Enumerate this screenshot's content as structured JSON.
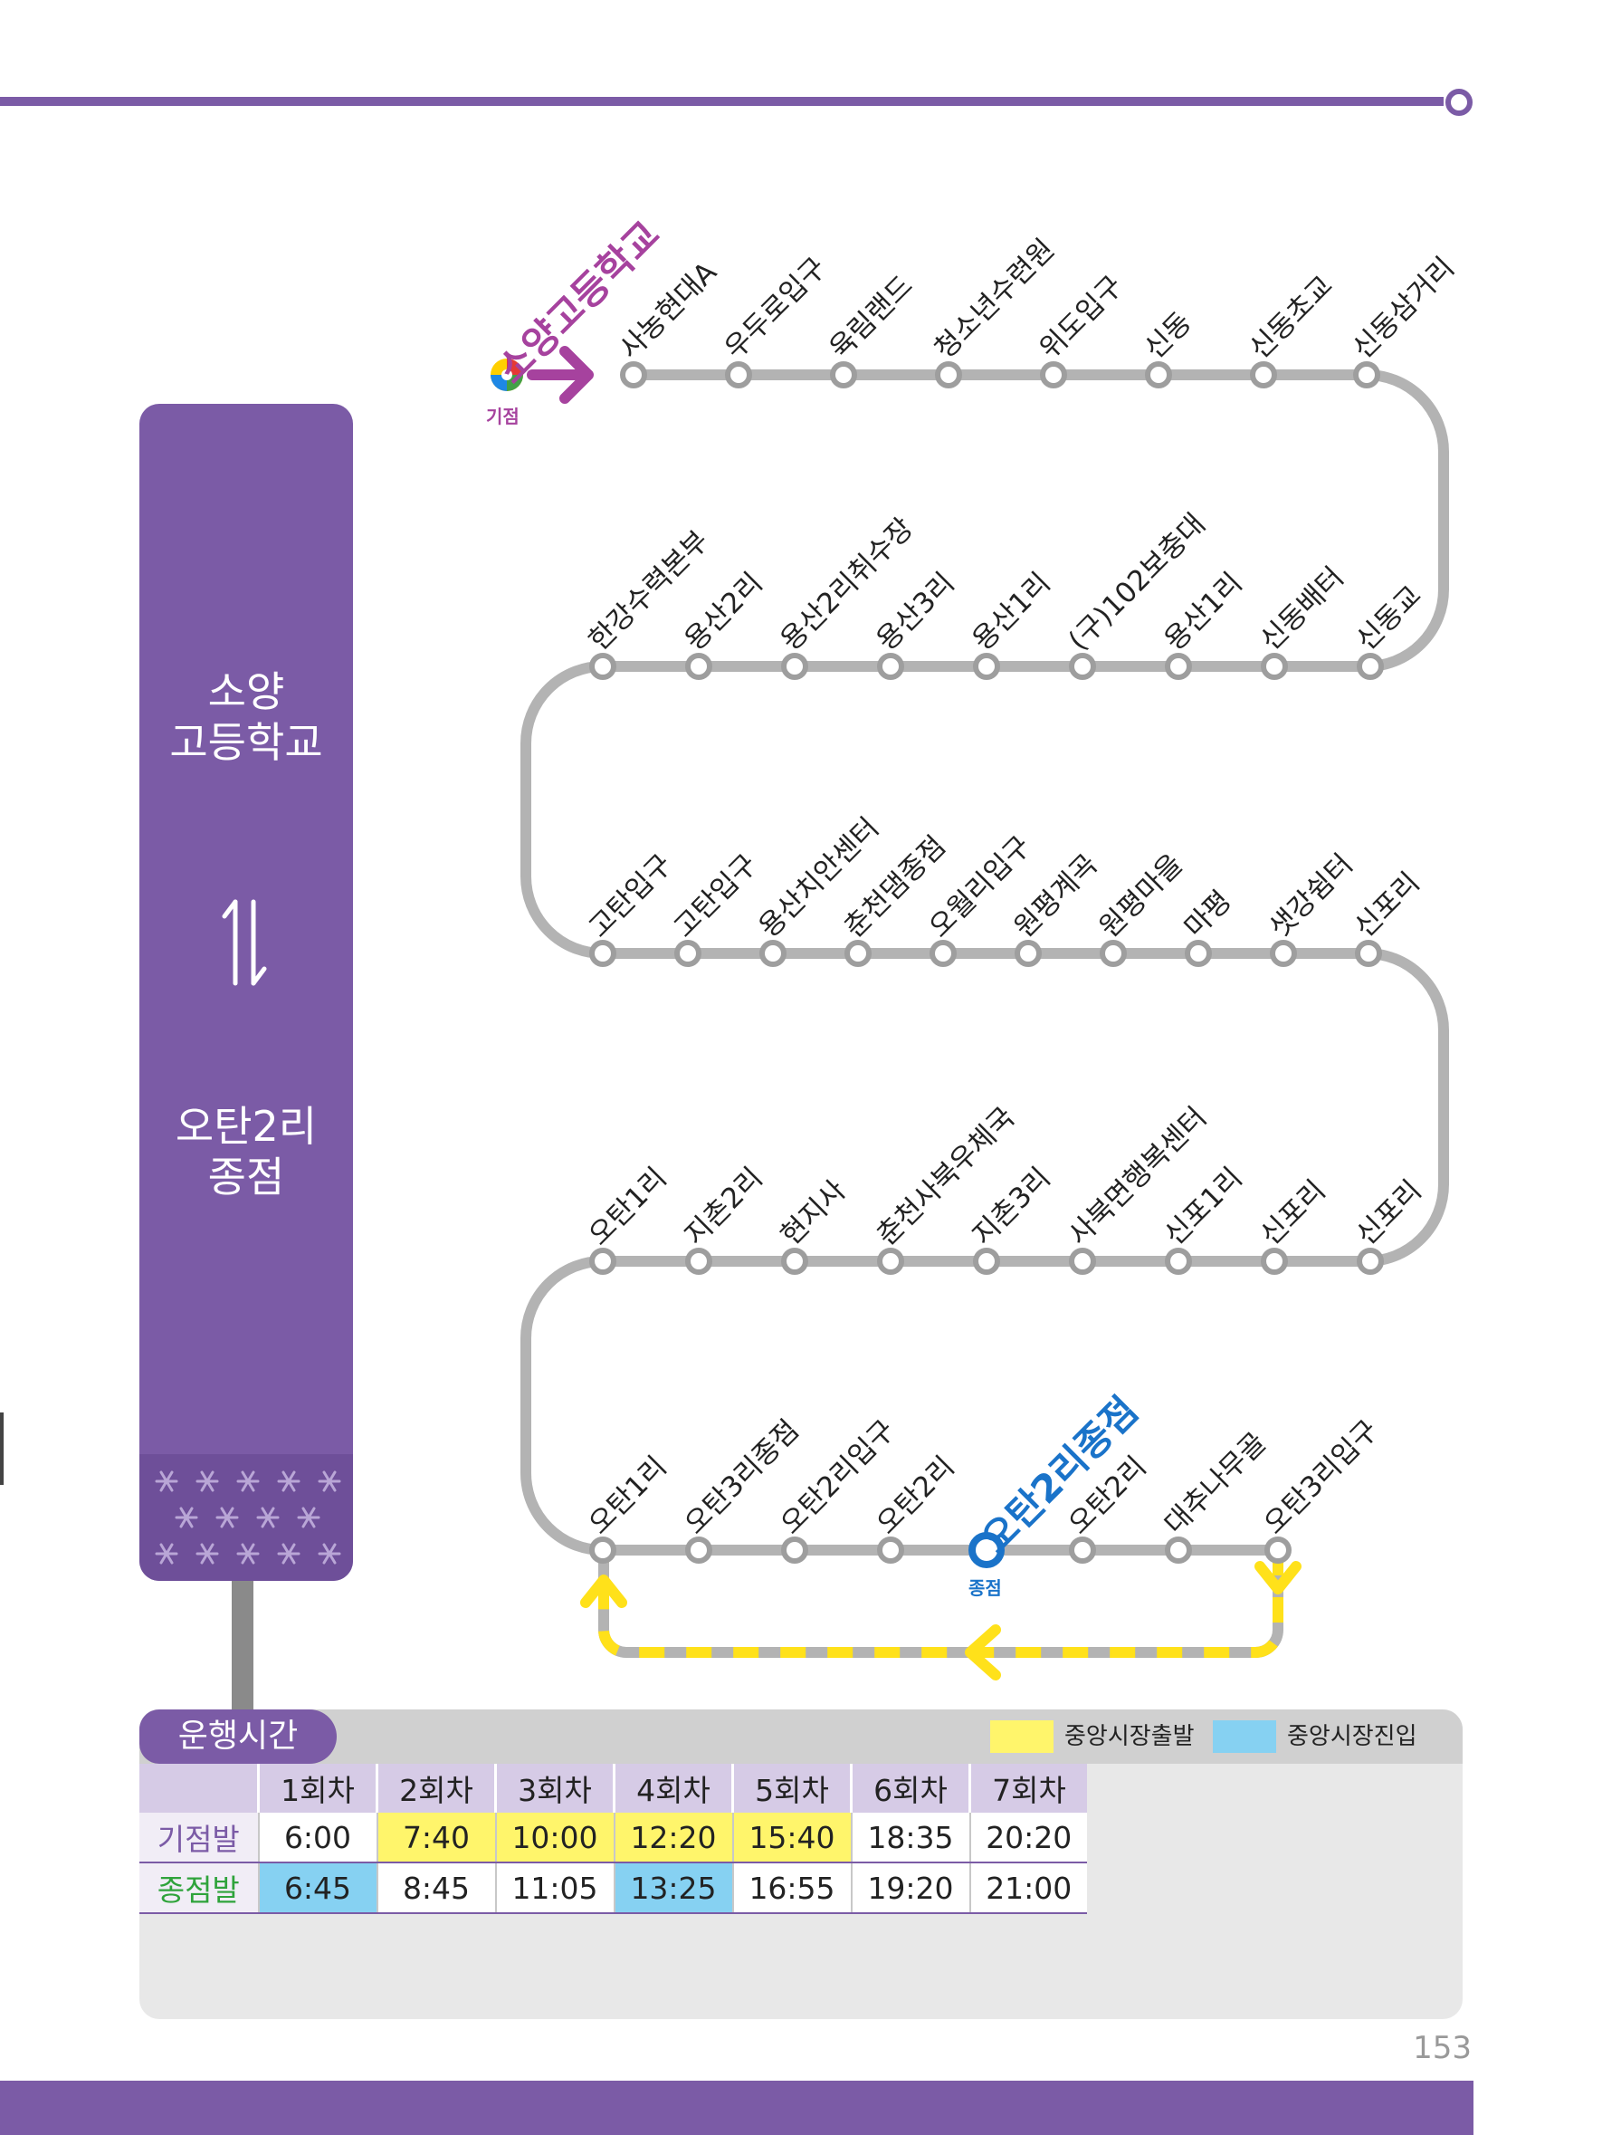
{
  "page_number": "153",
  "side_panel": {
    "origin_line1": "소양",
    "origin_line2": "고등학교",
    "dest_line1": "오탄2리",
    "dest_line2": "종점"
  },
  "route": {
    "origin_name": "소양고등학교",
    "origin_tag": "기점",
    "terminal_name": "오탄2리종점",
    "terminal_tag": "종점",
    "row1": [
      "사농현대A",
      "우두로입구",
      "육림랜드",
      "청소년수련원",
      "위도입구",
      "신동",
      "신동초교",
      "신동삼거리"
    ],
    "row2": [
      "한강수력본부",
      "용산2리",
      "용산2리취수장",
      "용산3리",
      "용산1리",
      "(구)102보충대",
      "용산1리",
      "신동배터",
      "신동교"
    ],
    "row3": [
      "고탄입구",
      "고탄입구",
      "용산치안센터",
      "춘천댐종점",
      "오월리입구",
      "원평계곡",
      "원평마을",
      "마평",
      "샛강쉼터",
      "신포리"
    ],
    "row4": [
      "오탄1리",
      "지촌2리",
      "현지사",
      "춘천사북우체국",
      "지촌3리",
      "사북면행복센터",
      "신포1리",
      "신포리",
      "신포리"
    ],
    "row5": [
      "오탄1리",
      "오탄3리종점",
      "오탄2리입구",
      "오탄2리",
      "오탄2리",
      "대추나무골",
      "오탄3리입구"
    ]
  },
  "timetable": {
    "title": "운행시간",
    "legend": [
      {
        "label": "중앙시장출발",
        "color": "#fff56b"
      },
      {
        "label": "중앙시장진입",
        "color": "#86d1f2"
      }
    ],
    "columns": [
      "1회차",
      "2회차",
      "3회차",
      "4회차",
      "5회차",
      "6회차",
      "7회차"
    ],
    "rows": [
      {
        "label": "기점발",
        "times": [
          "6:00",
          "7:40",
          "10:00",
          "12:20",
          "15:40",
          "18:35",
          "20:20"
        ],
        "highlight": [
          "none",
          "yellow",
          "yellow",
          "yellow",
          "yellow",
          "none",
          "none"
        ]
      },
      {
        "label": "종점발",
        "times": [
          "6:45",
          "8:45",
          "11:05",
          "13:25",
          "16:55",
          "19:20",
          "21:00"
        ],
        "highlight": [
          "blue",
          "none",
          "none",
          "blue",
          "none",
          "none",
          "none"
        ]
      }
    ]
  },
  "colors": {
    "brand_purple": "#7B5BA6",
    "route_gray": "#b3b3b3",
    "loop_yellow": "#ffe11a",
    "terminal_blue": "#1a73c9",
    "origin_magenta": "#a6429e"
  }
}
